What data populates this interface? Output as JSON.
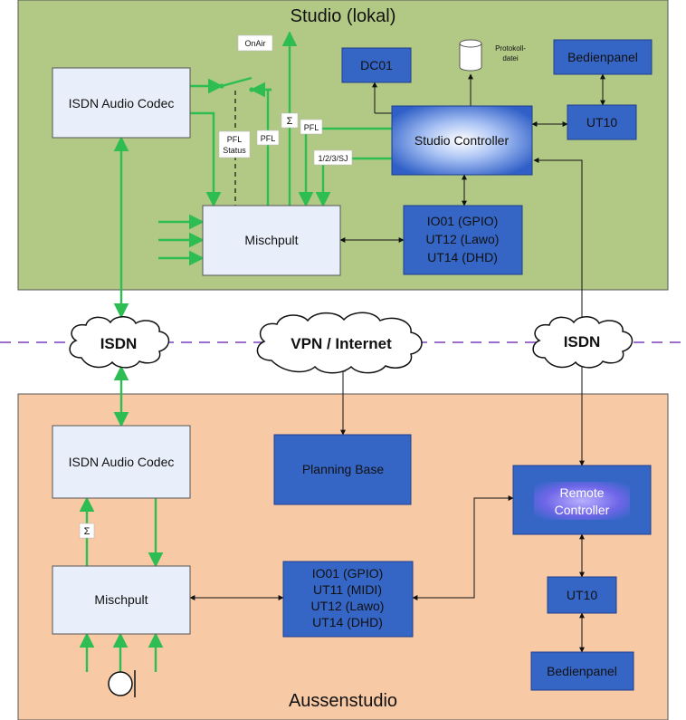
{
  "zones": {
    "studio": {
      "title": "Studio (lokal)",
      "bg": "#b2c986"
    },
    "outside": {
      "title": "Aussenstudio",
      "bg": "#f8c9a5"
    }
  },
  "clouds": {
    "isdn_left": "ISDN",
    "vpn": "VPN / Internet",
    "isdn_right": "ISDN"
  },
  "studio_nodes": {
    "codec": "ISDN Audio Codec",
    "mixer": "Mischpult",
    "dc01": "DC01",
    "protokoll_line1": "Protokoll-",
    "protokoll_line2": "datei",
    "bedienpanel": "Bedienpanel",
    "ut10": "UT10",
    "controller": "Studio Controller",
    "io_lines": [
      "IO01 (GPIO)",
      "UT12 (Lawo)",
      "UT14 (DHD)"
    ]
  },
  "studio_labels": {
    "onair": "OnAir",
    "sigma": "Σ",
    "pfl_status_line1": "PFL",
    "pfl_status_line2": "Status",
    "pfl_1": "PFL",
    "pfl_2": "PFL",
    "channels": "1/2/3/SJ"
  },
  "outside_nodes": {
    "codec": "ISDN Audio Codec",
    "mixer": "Mischpult",
    "planning": "Planning Base",
    "remote_line1": "Remote",
    "remote_line2": "Controller",
    "ut10": "UT10",
    "bedienpanel": "Bedienpanel",
    "io_lines": [
      "IO01 (GPIO)",
      "UT11 (MIDI)",
      "UT12 (Lawo)",
      "UT14 (DHD)"
    ]
  },
  "outside_labels": {
    "sigma": "Σ"
  },
  "colors": {
    "box_blue": "#3566c6",
    "box_light": "#e8effa",
    "audio_green": "#2ebd52",
    "dashed_divider": "#7f3fbf",
    "remote_inner": "#8a7cf5"
  }
}
